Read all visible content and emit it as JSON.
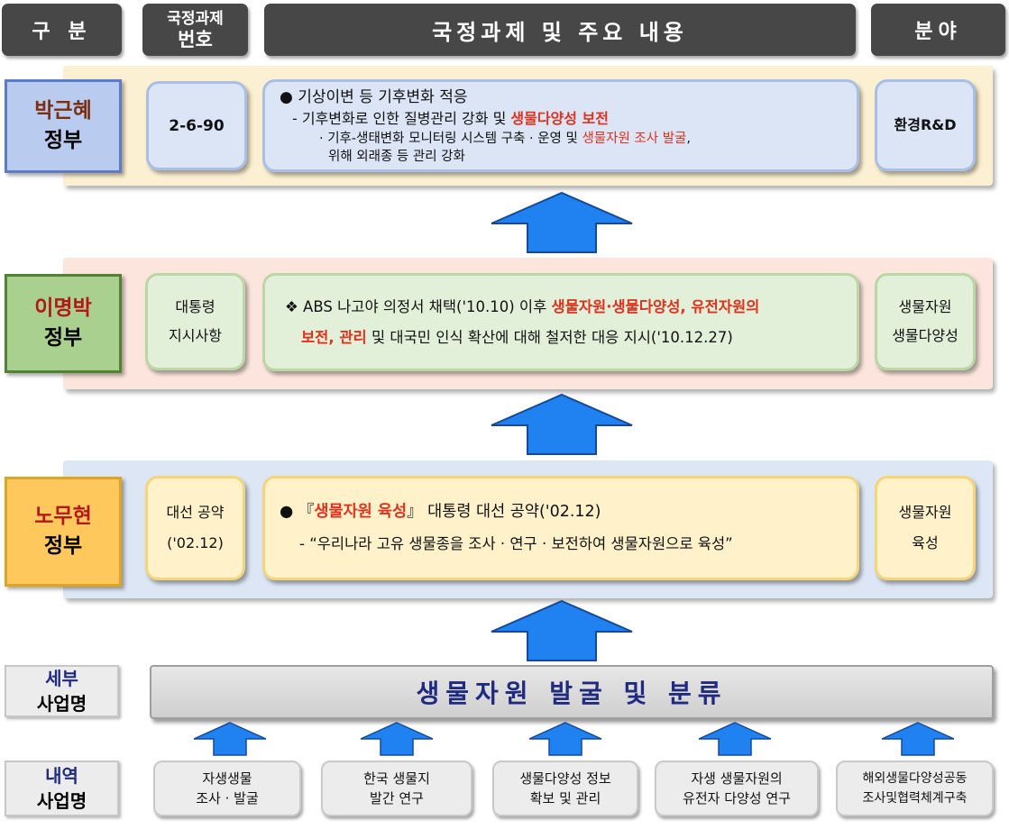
{
  "headers": {
    "category": "구 분",
    "task_no_line1": "국정과제",
    "task_no_line2": "번호",
    "content": "국정과제 및 주요 내용",
    "field": "분야"
  },
  "park": {
    "name": "박근혜",
    "gov": "정부",
    "task_no": "2-6-90",
    "bullet": "●",
    "line1": "기상이변 등 기후변화 적응",
    "line2_pre": "- 기후변화로 인한 질병관리 강화 및 ",
    "line2_red": "생물다양성 보전",
    "line3_pre": "· 기후-생태변화 모니터링 시스템 구축 · 운영 및 ",
    "line3_red": "생물자원 조사 발굴",
    "line3_post": ",",
    "line4": "위해 외래종 등 관리 강화",
    "field": "환경R&D"
  },
  "lee": {
    "name": "이명박",
    "gov": "정부",
    "task_line1": "대통령",
    "task_line2": "지시사항",
    "mark": "❖",
    "line1_pre": "ABS 나고야 의정서 채택('10.10) 이후 ",
    "line1_red": "생물자원·생물다양성, 유전자원의",
    "line2_red": "보전, 관리",
    "line2_post": " 및 대국민 인식 확산에 대해 철저한 대응 지시('10.12.27)",
    "field_line1": "생물자원",
    "field_line2": "생물다양성"
  },
  "roh": {
    "name": "노무현",
    "gov": "정부",
    "task_line1": "대선 공약",
    "task_line2": "('02.12)",
    "bullet": "●",
    "bracket_open": "『",
    "line1_red": "생물자원 육성",
    "bracket_close": "』",
    "line1_post": " 대통령 대선 공약('02.12)",
    "line2": "- “우리나라 고유 생물종을 조사 · 연구 · 보전하여 생물자원으로 육성”",
    "field_line1": "생물자원",
    "field_line2": "육성"
  },
  "detail": {
    "label_line1": "세부",
    "label_line2": "사업명",
    "title": "생물자원 발굴 및 분류"
  },
  "items": {
    "label_line1": "내역",
    "label_line2": "사업명",
    "list": [
      {
        "l1": "자생생물",
        "l2": "조사 · 발굴"
      },
      {
        "l1": "한국 생물지",
        "l2": "발간 연구"
      },
      {
        "l1": "생물다양성 정보",
        "l2": "확보 및 관리"
      },
      {
        "l1": "자생 생물자원의",
        "l2": "유전자 다양성 연구"
      },
      {
        "l1": "해외생물다양성공동",
        "l2": "조사및협력체계구축"
      }
    ]
  },
  "colors": {
    "header_bg": "#474747",
    "park_accent": "#7a2f13",
    "lee_accent": "#b2171a",
    "roh_accent": "#b2171a",
    "detail_accent": "#1f2a80",
    "red_text": "#e0321d",
    "arrow_blue": "#1f82f0"
  }
}
